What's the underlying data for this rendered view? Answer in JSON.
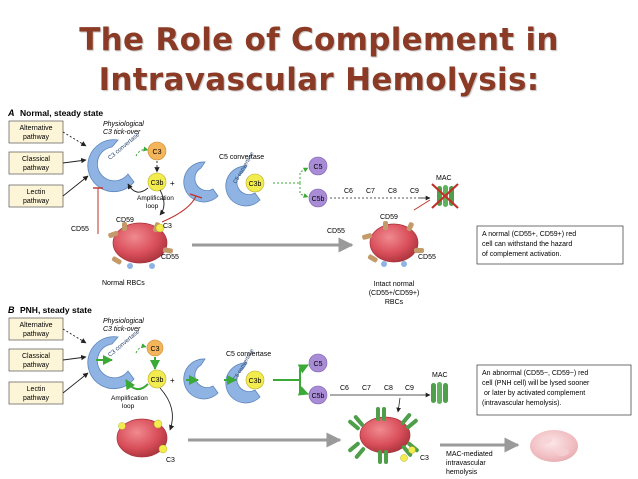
{
  "title": {
    "line1": "The Role of Complement in",
    "line2": "Intravascular Hemolysis:"
  },
  "colors": {
    "title": "#8b3a25",
    "pathway_box": "#fdf5d7",
    "convertase": "#8fb3e2",
    "c3": "#f5b55a",
    "c3b": "#f3ec4e",
    "c5": "#a98cd6",
    "rbc": "#d94f5a",
    "mac": "#4e9e4a",
    "inhibit": "#c0312b",
    "green_arrow": "#3aa935",
    "gray_arrow": "#9a9a9a"
  },
  "panelA": {
    "letter": "A",
    "heading": "Normal, steady state",
    "pathways": [
      "Alternative pathway",
      "Classical pathway",
      "Lectin pathway"
    ],
    "tickover": "Physiological C3 tick-over",
    "c3": "C3",
    "c3b": "C3b",
    "convertase_arc": "C3 convertase",
    "amplification": "Amplification loop",
    "c5_convertase_label": "C5 convertase",
    "c5_convertase_arc": "C5 convertase",
    "c5": "C5",
    "c5b": "C5b",
    "chain": [
      "C6",
      "C7",
      "C8",
      "C9"
    ],
    "mac": "MAC",
    "rbc_labels": {
      "cd59": "CD59",
      "cd55_left": "CD55",
      "cd55_right": "CD55",
      "c3": "C3"
    },
    "rbc_caption": "Normal RBCs",
    "right_rbc_labels": {
      "cd59": "CD59",
      "cd55_left": "CD55",
      "cd55_right": "CD55"
    },
    "intact_caption": [
      "Intact normal",
      "(CD55+/CD59+)",
      "RBCs"
    ],
    "note": [
      "A normal (CD55+, CD59+) red",
      "cell can withstand the hazard",
      "of complement activation."
    ]
  },
  "panelB": {
    "letter": "B",
    "heading": "PNH, steady state",
    "pathways": [
      "Alternative pathway",
      "Classical pathway",
      "Lectin pathway"
    ],
    "tickover": "Physiological C3 tick-over",
    "c3": "C3",
    "c3b": "C3b",
    "convertase_arc": "C3 convertase",
    "amplification": "Amplification loop",
    "c5_convertase_label": "C5 convertase",
    "c5_convertase_arc": "C5 convertase",
    "c5": "C5",
    "c5b": "C5b",
    "chain": [
      "C6",
      "C7",
      "C8",
      "C9"
    ],
    "mac": "MAC",
    "rbc_c3": "C3",
    "lysed_c3": "C3",
    "lysis_caption": [
      "MAC-mediated",
      "intravascular",
      "hemolysis"
    ],
    "note": [
      "An abnormal (CD55−, CD59−) red",
      "cell (PNH cell) will be lysed sooner",
      "or later by activated complement",
      "(intravascular hemolysis)."
    ]
  }
}
